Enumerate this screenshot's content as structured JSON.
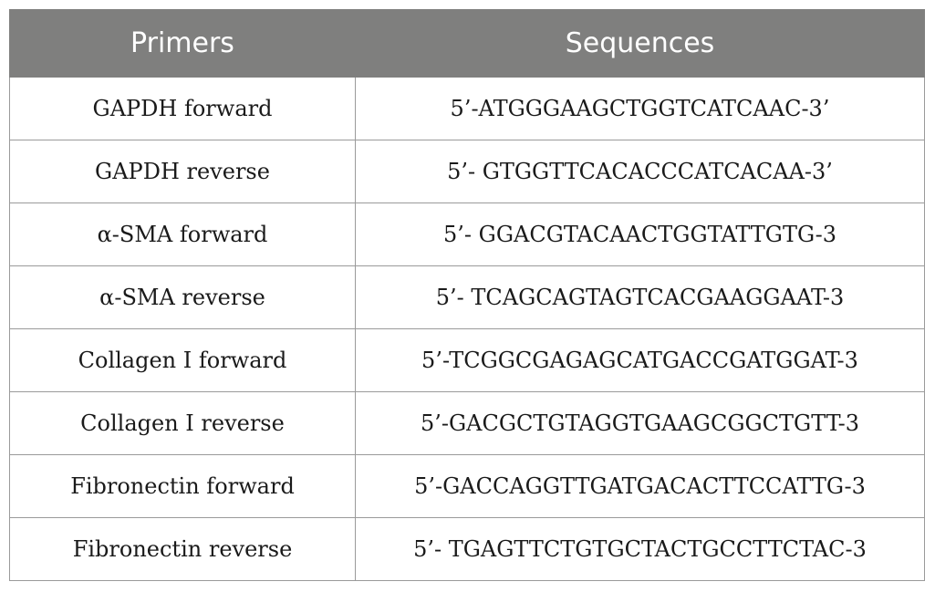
{
  "table": {
    "headers": [
      "Primers",
      "Sequences"
    ],
    "rows": [
      {
        "primer": "GAPDH forward",
        "sequence": "5’-ATGGGAAGCTGGTCATCAAC-3’"
      },
      {
        "primer": "GAPDH reverse",
        "sequence": "5’- GTGGTTCACACCCATCACAA-3’"
      },
      {
        "primer": "α-SMA forward",
        "sequence": "5’- GGACGTACAACTGGTATTGTG-3"
      },
      {
        "primer": "α-SMA reverse",
        "sequence": "5’- TCAGCAGTAGTCACGAAGGAAT-3"
      },
      {
        "primer": "Collagen I forward",
        "sequence": "5’-TCGGCGAGAGCATGACCGATGGAT-3"
      },
      {
        "primer": "Collagen I reverse",
        "sequence": "5’-GACGCTGTAGGTGAAGCGGCTGTT-3"
      },
      {
        "primer": "Fibronectin forward",
        "sequence": "5’-GACCAGGTTGATGACACTTCCATTG-3"
      },
      {
        "primer": "Fibronectin reverse",
        "sequence": "5’- TGAGTTCTGTGCTACTGCCTTCTAC-3"
      }
    ]
  },
  "colors": {
    "header_bg": "#7f7f7e",
    "header_text": "#ffffff",
    "grid": "#9a9a9a"
  }
}
